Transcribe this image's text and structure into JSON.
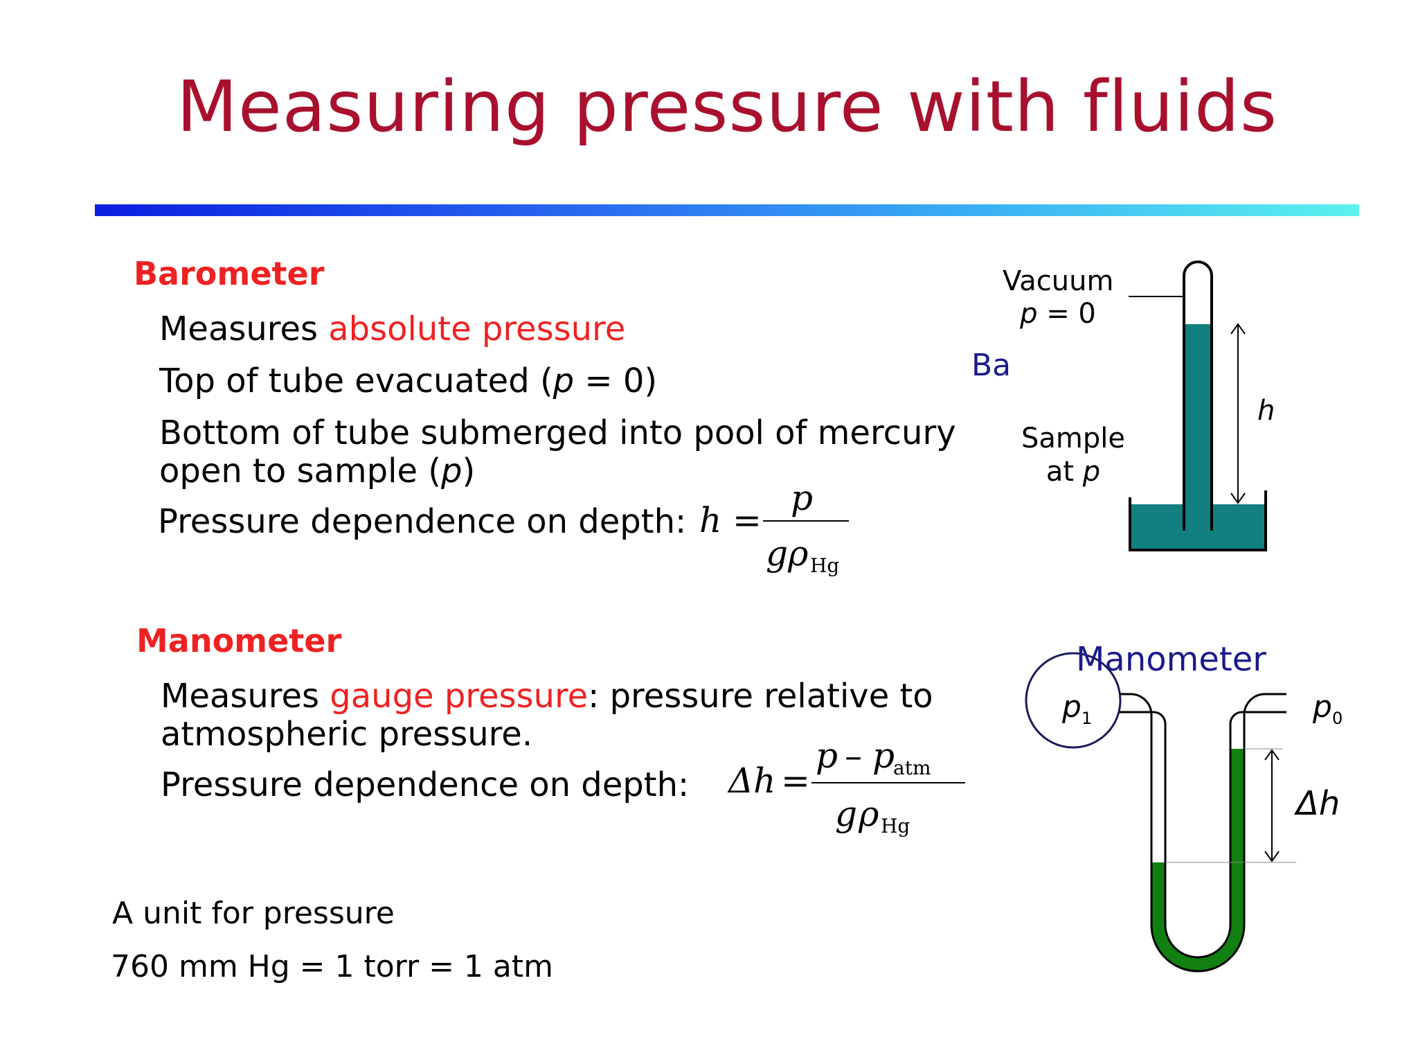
{
  "title": "Measuring pressure with fluids",
  "barometer": {
    "heading": "Barometer",
    "line1_prefix": "Measures ",
    "line1_highlight": "absolute pressure",
    "line2_prefix": "Top of tube evacuated  (",
    "line2_var": "p",
    "line2_suffix": " = 0)",
    "line3": "Bottom of tube submerged into pool of mercury",
    "line4_prefix": "open to sample (",
    "line4_var": "p",
    "line4_suffix": ")",
    "line5": "Pressure dependence on depth:",
    "formula": {
      "lhs": "h",
      "eq": "=",
      "num": "p",
      "den_g": "g",
      "den_rho": "ρ",
      "den_sub": "Hg"
    }
  },
  "manometer": {
    "heading": "Manometer",
    "line1_prefix": "Measures ",
    "line1_highlight": "gauge pressure",
    "line1_suffix": ": pressure relative to",
    "line2": "atmospheric pressure.",
    "line3": "Pressure dependence on depth:",
    "formula": {
      "lhs": "Δh",
      "eq": "=",
      "num_p": "p",
      "num_minus": "–",
      "num_p2": "p",
      "num_sub": "atm",
      "den_g": "g",
      "den_rho": "ρ",
      "den_sub": "Hg"
    }
  },
  "unit": {
    "line1": "A unit for pressure",
    "line2": "760 mm Hg = 1 torr = 1 atm"
  },
  "barometer_diagram": {
    "vacuum": "Vacuum",
    "p_zero_var": "p",
    "p_zero_val": " = 0",
    "cut_label": "Ba",
    "sample": "Sample",
    "at_prefix": "at ",
    "at_var": "p",
    "h_label": "h",
    "fluid_color": "#128080"
  },
  "manometer_diagram": {
    "title": "Manometer",
    "p1": "p",
    "p1_sub": "1",
    "p0": "p",
    "p0_sub": "0",
    "dh": "Δh",
    "fluid_color": "#118011"
  }
}
